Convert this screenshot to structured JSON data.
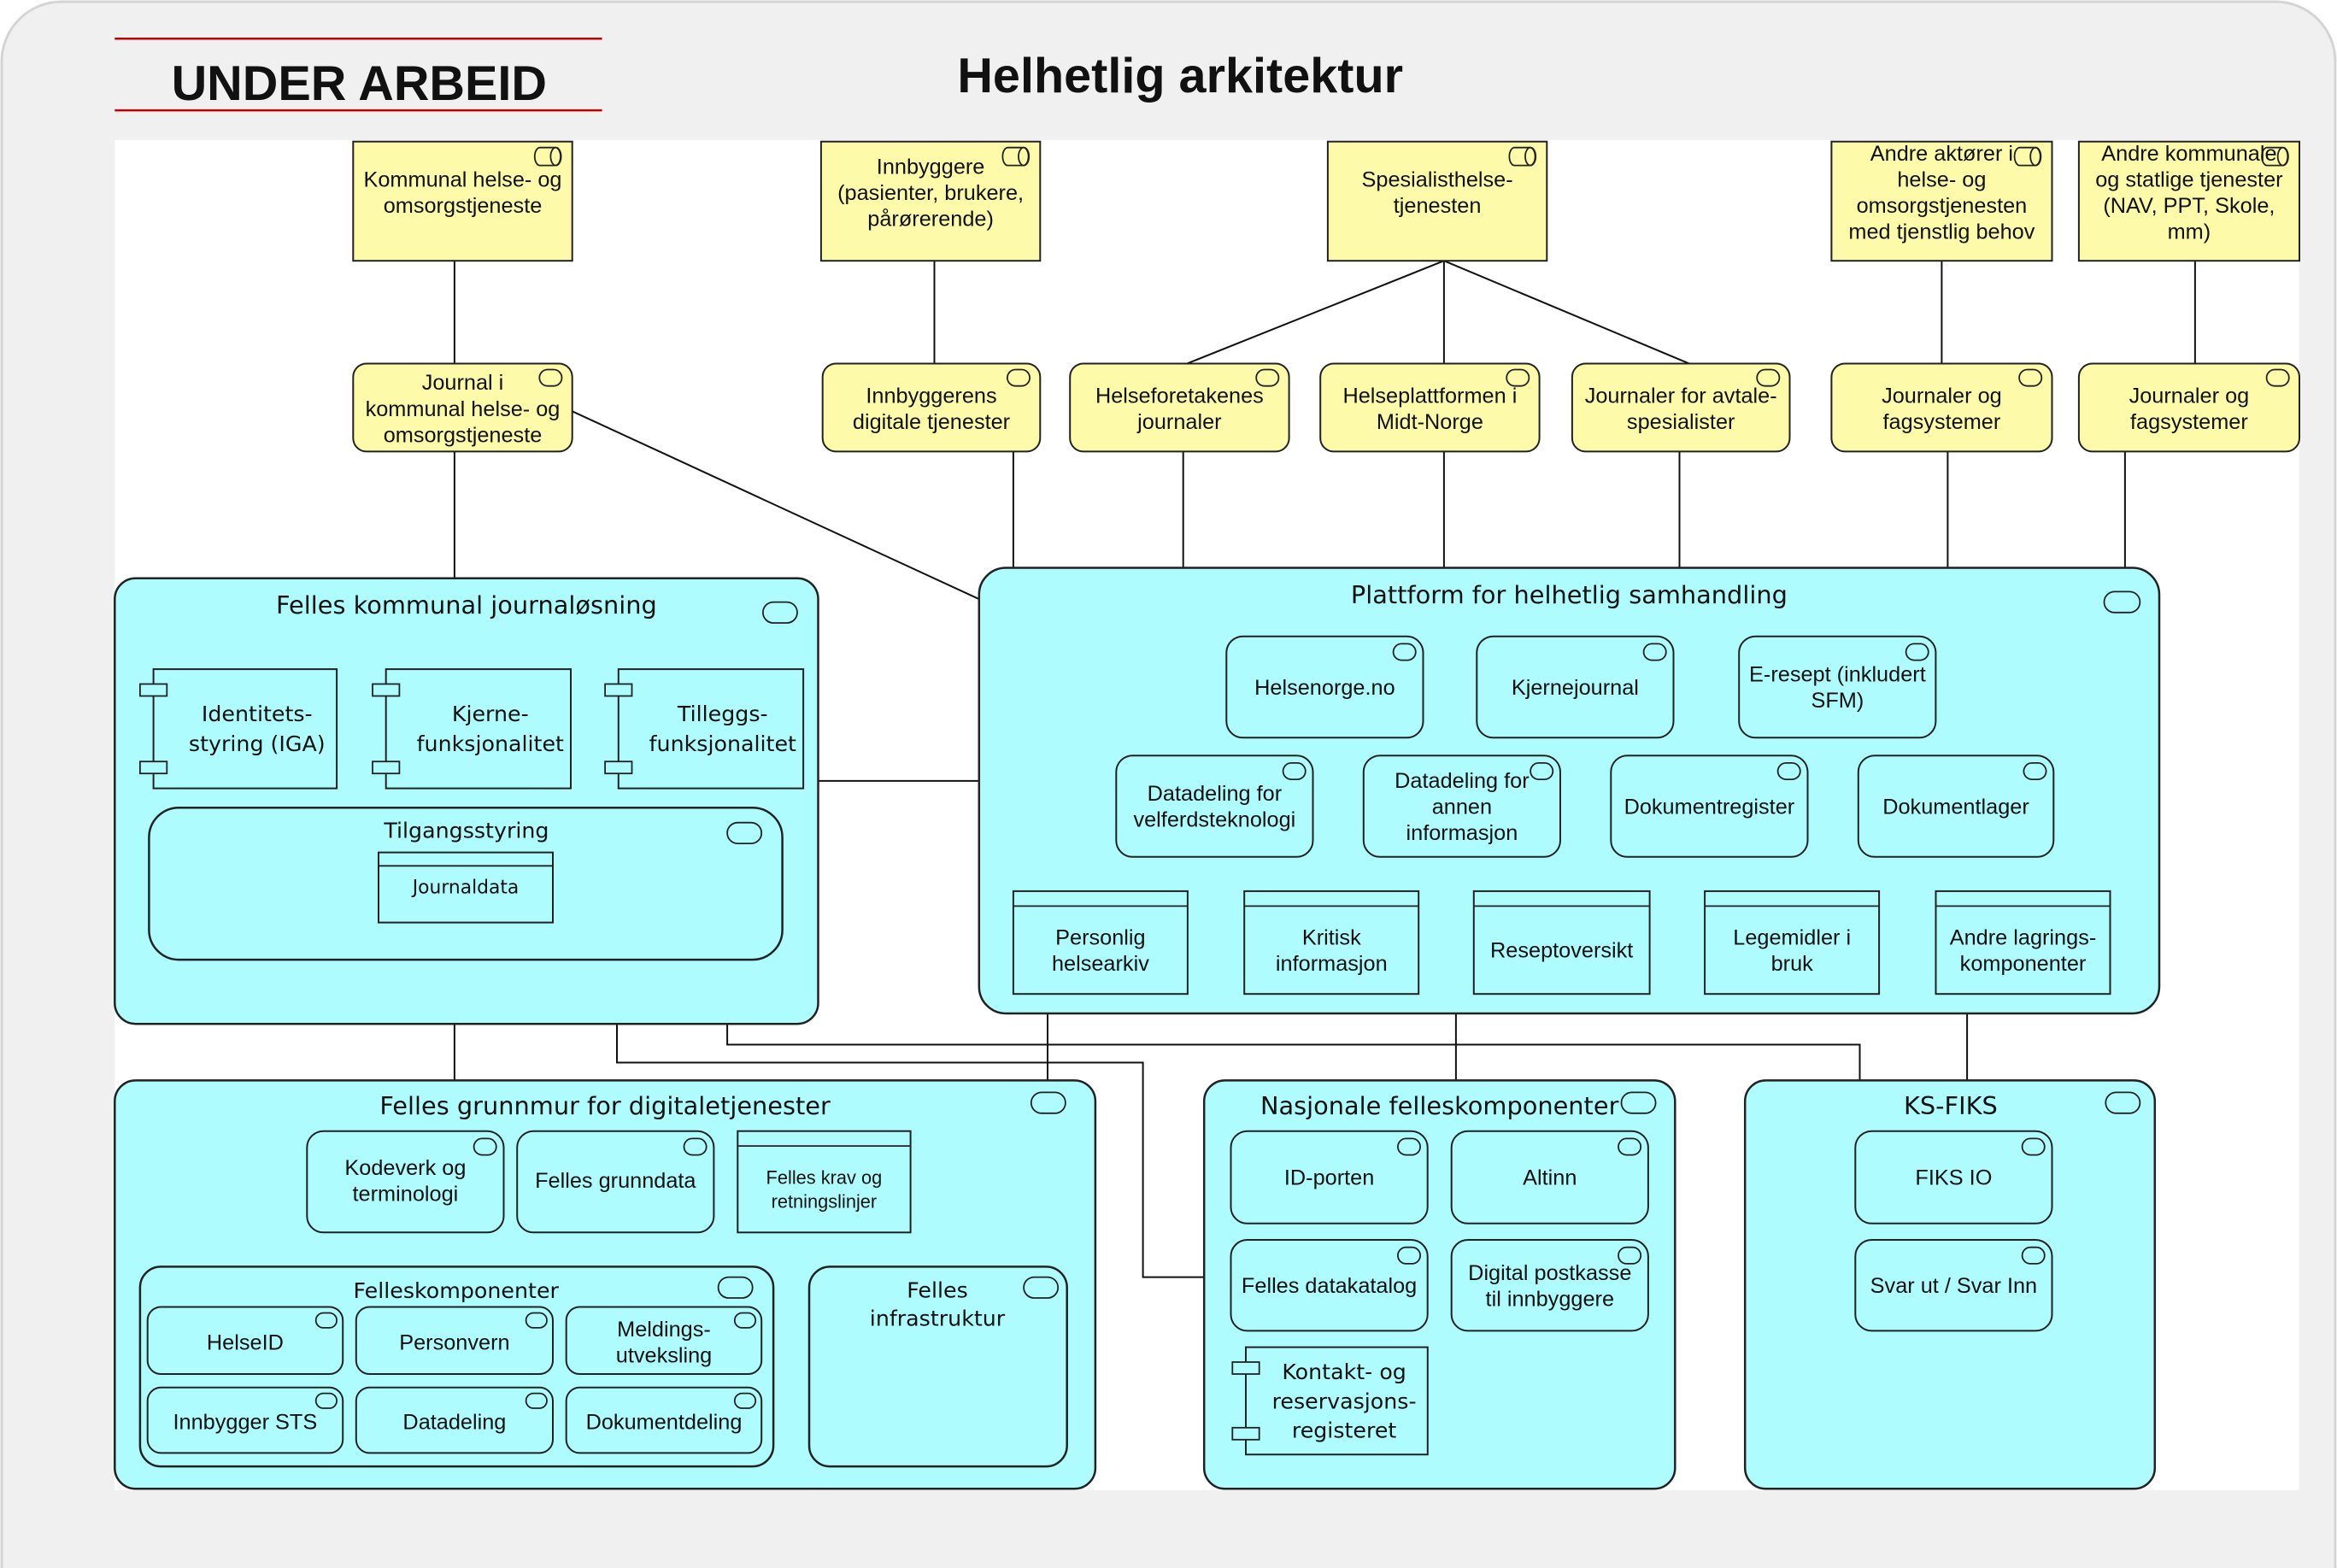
{
  "header": {
    "status_label": "UNDER ARBEID",
    "title": "Helhetlig arkitektur",
    "status_color": "#c00000"
  },
  "colors": {
    "actor_fill": "#fdfbaa",
    "component_fill": "#aefcfe",
    "stroke": "#222222"
  },
  "actors": [
    {
      "id": "kommunal",
      "label": [
        "Kommunal helse- og",
        "omsorgstjeneste"
      ]
    },
    {
      "id": "innbyggere",
      "label": [
        "Innbyggere",
        "(pasienter, brukere,",
        "pårørerende)"
      ]
    },
    {
      "id": "spesialist",
      "label": [
        "Spesialisthelse-",
        "tjenesten"
      ]
    },
    {
      "id": "andre-aktorer",
      "label": [
        "Andre aktører i",
        "helse- og",
        "omsorgstjenesten",
        "med tjenstlig behov"
      ]
    },
    {
      "id": "andre-kommunale",
      "label": [
        "Andre kommunale",
        "og statlige tjenester",
        "(NAV, PPT, Skole,",
        "mm)"
      ]
    }
  ],
  "journals": [
    {
      "id": "journal-kommunal",
      "label": [
        "Journal i",
        "kommunal helse- og",
        "omsorgstjeneste"
      ]
    },
    {
      "id": "innbygger-tjenester",
      "label": [
        "Innbyggerens",
        "digitale tjenester"
      ]
    },
    {
      "id": "helseforetak",
      "label": [
        "Helseforetakenes",
        "journaler"
      ]
    },
    {
      "id": "helseplattformen",
      "label": [
        "Helseplattformen i",
        "Midt-Norge"
      ]
    },
    {
      "id": "avtalespesialister",
      "label": [
        "Journaler for avtale-",
        "spesialister"
      ]
    },
    {
      "id": "journaler-1",
      "label": [
        "Journaler og",
        "fagsystemer"
      ]
    },
    {
      "id": "journaler-2",
      "label": [
        "Journaler og",
        "fagsystemer"
      ]
    }
  ],
  "felles_kommunal": {
    "title": "Felles kommunal journaløsning",
    "components": [
      {
        "id": "iga",
        "label": [
          "Identitets-",
          "styring (IGA)"
        ]
      },
      {
        "id": "kjerne",
        "label": [
          "Kjerne-",
          "funksjonalitet"
        ]
      },
      {
        "id": "tillegg",
        "label": [
          "Tilleggs-",
          "funksjonalitet"
        ]
      }
    ],
    "tilgang": {
      "title": "Tilgangsstyring",
      "data_object": "Journaldata"
    }
  },
  "plattform": {
    "title": "Plattform for helhetlig samhandling",
    "services_row1": [
      {
        "id": "helsenorge",
        "label": [
          "Helsenorge.no"
        ]
      },
      {
        "id": "kjernejournal",
        "label": [
          "Kjernejournal"
        ]
      },
      {
        "id": "eresept",
        "label": [
          "E-resept (inkludert",
          "SFM)"
        ]
      }
    ],
    "services_row2": [
      {
        "id": "velferd",
        "label": [
          "Datadeling for",
          "velferdsteknologi"
        ]
      },
      {
        "id": "annen-info",
        "label": [
          "Datadeling for",
          "annen",
          "informasjon"
        ]
      },
      {
        "id": "dokumentregister",
        "label": [
          "Dokumentregister"
        ]
      },
      {
        "id": "dokumentlager",
        "label": [
          "Dokumentlager"
        ]
      }
    ],
    "data_objects": [
      {
        "id": "personlig",
        "label": [
          "Personlig",
          "helsearkiv"
        ]
      },
      {
        "id": "kritisk",
        "label": [
          "Kritisk",
          "informasjon"
        ]
      },
      {
        "id": "reseptoversikt",
        "label": [
          "Reseptoversikt"
        ]
      },
      {
        "id": "legemidler",
        "label": [
          "Legemidler i",
          "bruk"
        ]
      },
      {
        "id": "andre-lagring",
        "label": [
          "Andre lagrings-",
          "komponenter"
        ]
      }
    ]
  },
  "grunnmur": {
    "title": "Felles grunnmur for digitaletjenester",
    "services": [
      {
        "id": "kodeverk",
        "label": [
          "Kodeverk og",
          "terminologi"
        ]
      },
      {
        "id": "grunndata",
        "label": [
          "Felles grunndata"
        ]
      }
    ],
    "data_object": [
      "Felles krav og",
      "retningslinjer"
    ],
    "fellesk": {
      "title": "Felleskomponenter",
      "items": [
        {
          "id": "helseid",
          "label": [
            "HelseID"
          ]
        },
        {
          "id": "personvern",
          "label": [
            "Personvern"
          ]
        },
        {
          "id": "melding",
          "label": [
            "Meldings-",
            "utveksling"
          ]
        },
        {
          "id": "sts",
          "label": [
            "Innbygger STS"
          ]
        },
        {
          "id": "datadeling",
          "label": [
            "Datadeling"
          ]
        },
        {
          "id": "dokumentdeling",
          "label": [
            "Dokumentdeling"
          ]
        }
      ]
    },
    "infrastruktur": [
      "Felles",
      "infrastruktur"
    ]
  },
  "nasjonale": {
    "title": "Nasjonale felleskomponenter",
    "services": [
      {
        "id": "idporten",
        "label": [
          "ID-porten"
        ]
      },
      {
        "id": "altinn",
        "label": [
          "Altinn"
        ]
      },
      {
        "id": "datakatalog",
        "label": [
          "Felles datakatalog"
        ]
      },
      {
        "id": "postkasse",
        "label": [
          "Digital postkasse",
          "til innbyggere"
        ]
      }
    ],
    "component": [
      "Kontakt- og",
      "reservasjons-",
      "registeret"
    ]
  },
  "ksfiks": {
    "title": "KS-FIKS",
    "services": [
      {
        "id": "fiksio",
        "label": [
          "FIKS IO"
        ]
      },
      {
        "id": "svarut",
        "label": [
          "Svar ut / Svar Inn"
        ]
      }
    ]
  }
}
